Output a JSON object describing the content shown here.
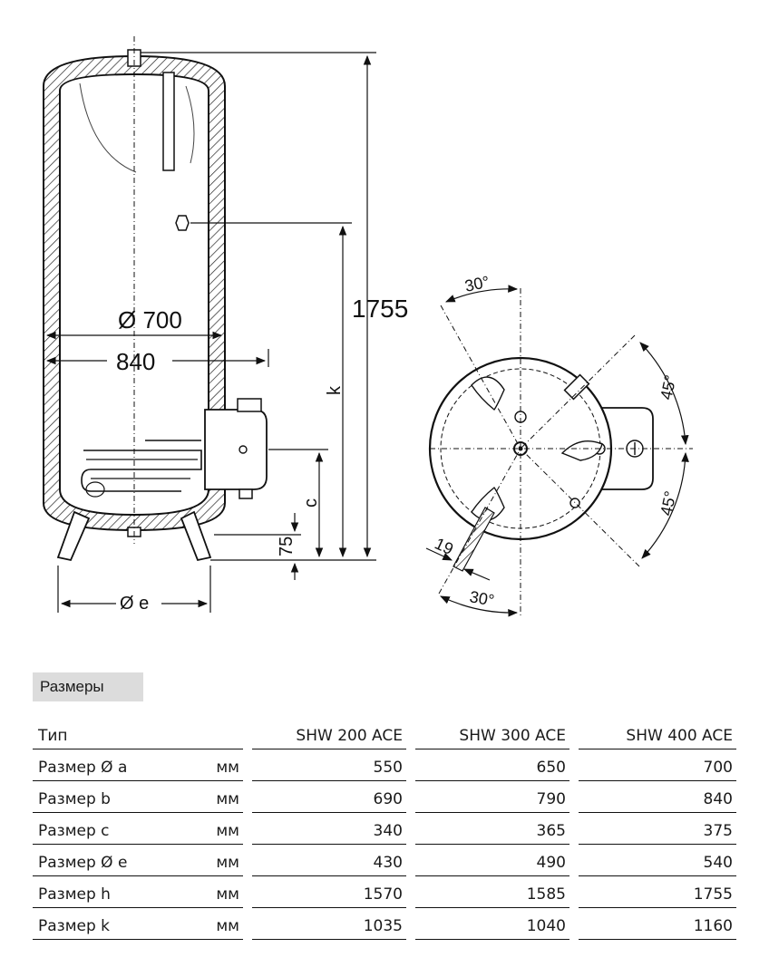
{
  "drawing": {
    "dim_height": "1755",
    "dim_inner_diameter": "Ø 700",
    "dim_outer": "840",
    "dim_k": "k",
    "dim_c": "c",
    "dim_feet": "75",
    "dim_base": "Ø e",
    "angle_top": "30°",
    "angle_bottom": "30°",
    "angle_right_top": "45°",
    "angle_right_bottom": "45°",
    "dim_19": "19"
  },
  "section_title": "Размеры",
  "table": {
    "header": {
      "name": "Тип",
      "unit": "",
      "models": [
        "SHW 200 ACE",
        "SHW 300 ACE",
        "SHW 400 ACE"
      ]
    },
    "rows": [
      {
        "name": "Размер Ø a",
        "unit": "мм",
        "values": [
          "550",
          "650",
          "700"
        ]
      },
      {
        "name": "Размер b",
        "unit": "мм",
        "values": [
          "690",
          "790",
          "840"
        ]
      },
      {
        "name": "Размер c",
        "unit": "мм",
        "values": [
          "340",
          "365",
          "375"
        ]
      },
      {
        "name": "Размер Ø e",
        "unit": "мм",
        "values": [
          "430",
          "490",
          "540"
        ]
      },
      {
        "name": "Размер h",
        "unit": "мм",
        "values": [
          "1570",
          "1585",
          "1755"
        ]
      },
      {
        "name": "Размер k",
        "unit": "мм",
        "values": [
          "1035",
          "1040",
          "1160"
        ]
      }
    ]
  }
}
